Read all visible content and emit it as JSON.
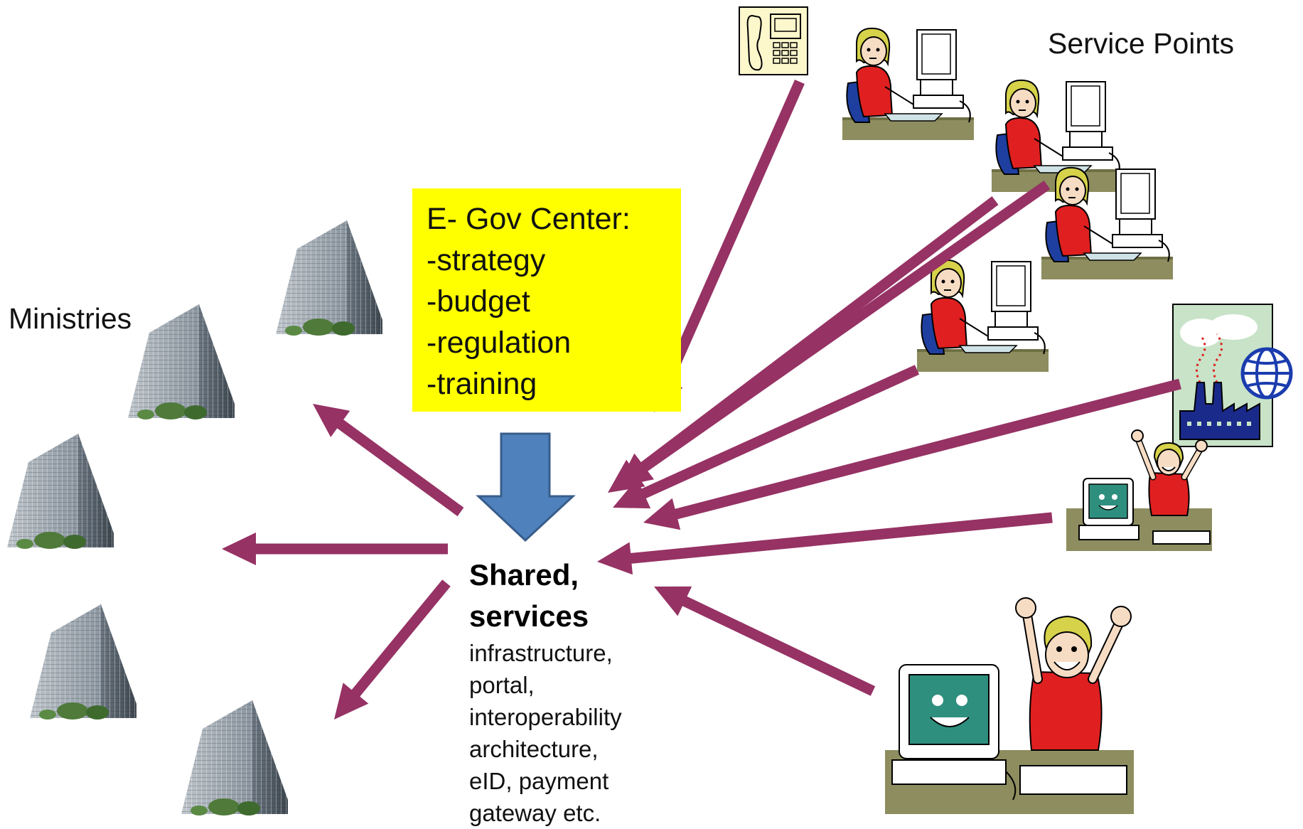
{
  "labels": {
    "ministries": "Ministries",
    "service_points": "Service Points"
  },
  "egov_center": {
    "title": "E- Gov Center:",
    "items": [
      "-strategy",
      "-budget",
      "-regulation",
      "-training"
    ]
  },
  "shared": {
    "heading_line1": "Shared,",
    "heading_line2": "services",
    "lines": [
      "infrastructure,",
      "portal,",
      "interoperability",
      "architecture,",
      "eID, payment",
      "gateway etc."
    ]
  },
  "colors": {
    "arrow": "#963264",
    "egov_box": "#ffff00",
    "down_arrow": "#4f81bd",
    "down_arrow_stroke": "#385d8a",
    "shirt": "#e02020",
    "chair": "#1f3fa0",
    "desk": "#8d8d60",
    "hair": "#d6d24a",
    "screen_face": "#2f8f7f",
    "factory": "#1a2a8a",
    "globe": "#1b3cae"
  },
  "icons": [
    "office-building-icon",
    "telephone-icon",
    "office-worker-icon",
    "happy-user-icon",
    "factory-icon",
    "globe-icon"
  ]
}
